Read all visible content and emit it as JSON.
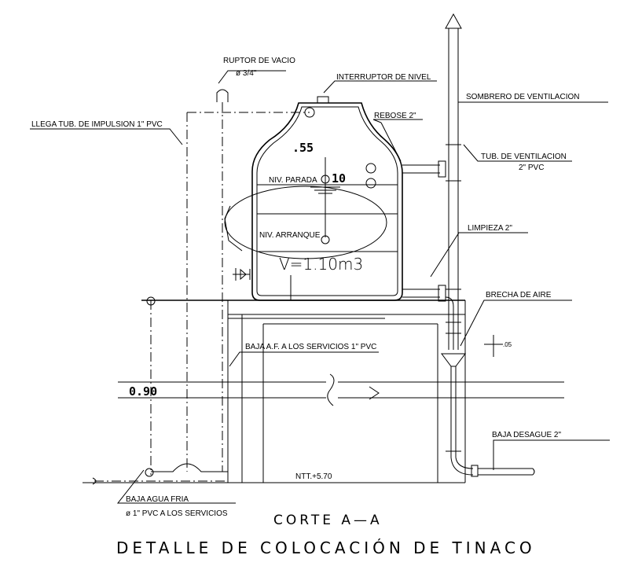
{
  "labels": {
    "ruptor_vacio": "RUPTOR DE VACIO",
    "ruptor_diam": "ø 3/4\"",
    "interruptor_nivel": "INTERRUPTOR DE NIVEL",
    "sombrero_ventilacion": "SOMBRERO DE VENTILACION",
    "rebose": "REBOSE 2\"",
    "llega_tub": "LLEGA TUB. DE IMPULSION 1\" PVC",
    "dim_55": ".55",
    "tub_ventilacion": "TUB. DE VENTILACION",
    "tub_ventilacion_diam": "2\" PVC",
    "niv_parada": "NIV. PARADA",
    "dim_10": "10",
    "niv_arranque": "NIV. ARRANQUE",
    "limpieza": "LIMPIEZA 2\"",
    "volumen": "V=1.10m3",
    "brecha_aire": "BRECHA DE AIRE",
    "baja_af": "BAJA A.F. A LOS SERVICIOS 1\" PVC",
    "dim_05": ".05",
    "dim_090": "0.90",
    "baja_desague": "BAJA DESAGUE 2\"",
    "ntt": "NTT.+5.70",
    "baja_agua_fria": "BAJA AGUA FRIA",
    "baja_agua_fria_2": "ø 1\" PVC A LOS SERVICIOS"
  },
  "title": {
    "section": "CORTE A—A",
    "main": "DETALLE DE COLOCACIÓN DE TINACO"
  }
}
